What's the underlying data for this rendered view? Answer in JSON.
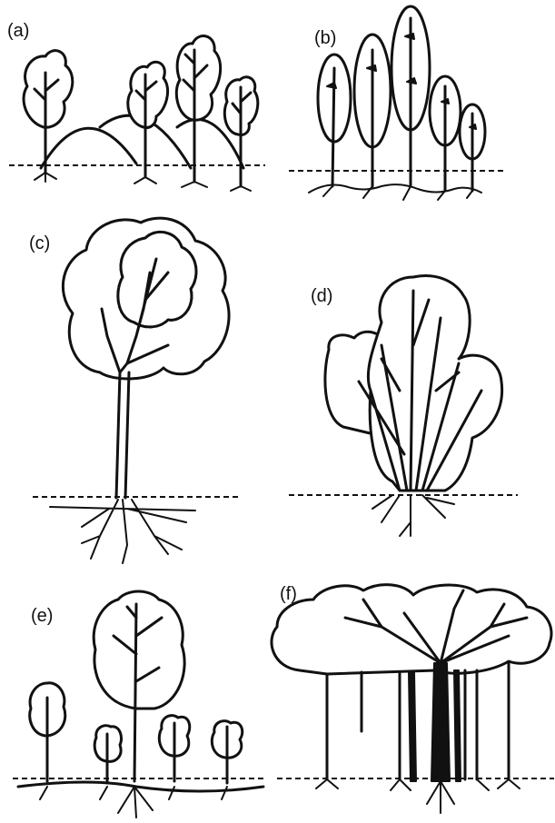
{
  "labels": {
    "a": "(a)",
    "b": "(b)",
    "c": "(c)",
    "d": "(d)",
    "e": "(e)",
    "f": "(f)"
  },
  "colors": {
    "ink": "#111111",
    "background": "#ffffff"
  }
}
